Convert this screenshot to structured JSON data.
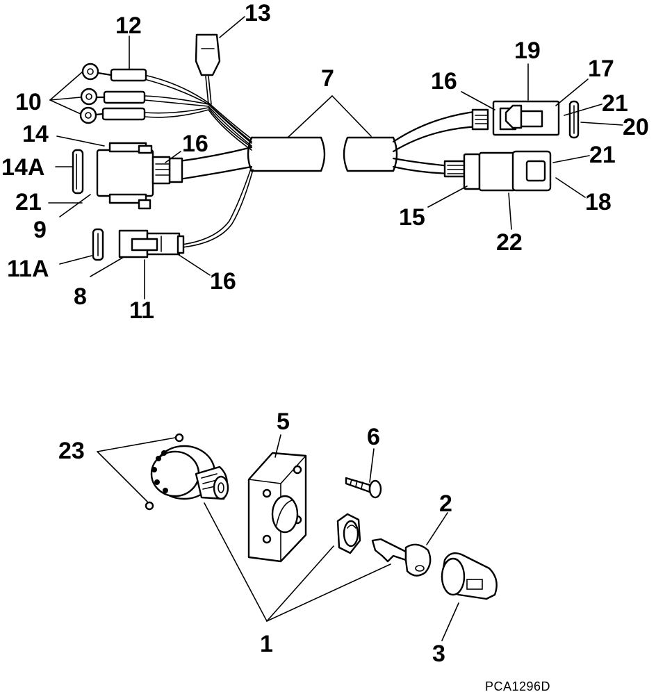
{
  "figure_code": "PCA1296D",
  "callouts": {
    "c1": "1",
    "c2": "2",
    "c3": "3",
    "c5": "5",
    "c6": "6",
    "c7": "7",
    "c8": "8",
    "c9": "9",
    "c10": "10",
    "c11": "11",
    "c11a": "11A",
    "c12": "12",
    "c13": "13",
    "c14": "14",
    "c14a": "14A",
    "c15": "15",
    "c16a": "16",
    "c16b": "16",
    "c16c": "16",
    "c17": "17",
    "c18": "18",
    "c19": "19",
    "c20": "20",
    "c21a": "21",
    "c21b": "21",
    "c21c": "21",
    "c22": "22",
    "c23": "23"
  }
}
